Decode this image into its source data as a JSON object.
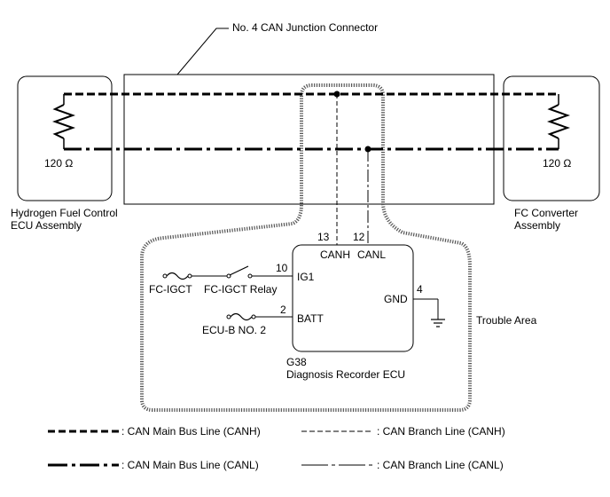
{
  "junction_connector": {
    "label": "No. 4 CAN Junction Connector"
  },
  "left_ecu": {
    "name_line1": "Hydrogen Fuel Control",
    "name_line2": "ECU Assembly",
    "resistor": "120 Ω"
  },
  "right_ecu": {
    "name_line1": "FC Converter",
    "name_line2": "Assembly",
    "resistor": "120 Ω"
  },
  "diag_ecu": {
    "code": "G38",
    "name": "Diagnosis Recorder ECU",
    "pins": {
      "canh_num": "13",
      "canh_label": "CANH",
      "canl_num": "12",
      "canl_label": "CANL",
      "ig1_num": "10",
      "ig1_label": "IG1",
      "batt_num": "2",
      "batt_label": "BATT",
      "gnd_num": "4",
      "gnd_label": "GND"
    }
  },
  "fuses": {
    "ig_fuse": "FC-IGCT",
    "batt_fuse": "ECU-B NO. 2"
  },
  "relay": {
    "label": "FC-IGCT Relay"
  },
  "trouble_area": {
    "label": "Trouble Area"
  },
  "legend": {
    "main_canh": ": CAN Main Bus Line (CANH)",
    "main_canl": ": CAN Main Bus Line (CANL)",
    "branch_canh": ": CAN Branch Line (CANH)",
    "branch_canl": ": CAN Branch Line (CANL)"
  }
}
